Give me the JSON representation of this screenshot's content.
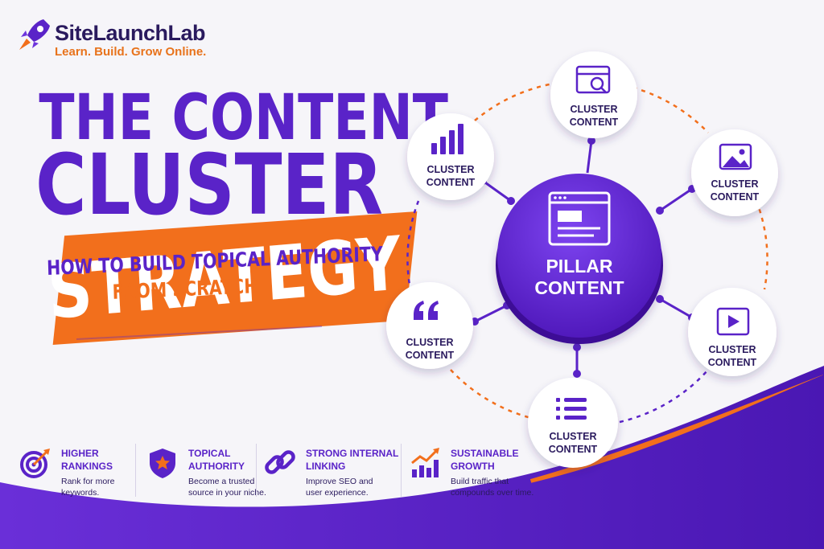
{
  "brand": {
    "name": "SiteLaunchLab",
    "tagline": "Learn. Build. Grow Online."
  },
  "headline": {
    "line1": "THE CONTENT",
    "line2": "CLUSTER",
    "line3": "STRATEGY",
    "subtitle_line1": "HOW TO BUILD TOPICAL AUTHORITY",
    "subtitle_line2": "FROM SCRATCH"
  },
  "diagram": {
    "pillar": {
      "line1": "PILLAR",
      "line2": "CONTENT",
      "icon": "webpage-layout-icon"
    },
    "clusters": [
      {
        "line1": "CLUSTER",
        "line2": "CONTENT",
        "icon": "browser-search-icon"
      },
      {
        "line1": "CLUSTER",
        "line2": "CONTENT",
        "icon": "image-icon"
      },
      {
        "line1": "CLUSTER",
        "line2": "CONTENT",
        "icon": "video-play-icon"
      },
      {
        "line1": "CLUSTER",
        "line2": "CONTENT",
        "icon": "list-icon"
      },
      {
        "line1": "CLUSTER",
        "line2": "CONTENT",
        "icon": "quote-icon"
      },
      {
        "line1": "CLUSTER",
        "line2": "CONTENT",
        "icon": "bar-chart-icon"
      }
    ]
  },
  "features": [
    {
      "title_line1": "HIGHER",
      "title_line2": "RANKINGS",
      "desc_line1": "Rank for more",
      "desc_line2": "keywords.",
      "icon": "target-arrow-icon"
    },
    {
      "title_line1": "TOPICAL",
      "title_line2": "AUTHORITY",
      "desc_line1": "Become a trusted",
      "desc_line2": "source in your niche.",
      "icon": "shield-star-icon"
    },
    {
      "title_line1": "STRONG INTERNAL",
      "title_line2": "LINKING",
      "desc_line1": "Improve SEO and",
      "desc_line2": "user experience.",
      "icon": "chain-link-icon"
    },
    {
      "title_line1": "SUSTAINABLE",
      "title_line2": "GROWTH",
      "desc_line1": "Build traffic that",
      "desc_line2": "compounds over time.",
      "icon": "growth-chart-icon"
    }
  ],
  "colors": {
    "purple": "#5a23c8",
    "orange": "#f26f1c",
    "navy": "#2a1a5e",
    "background": "#f6f5f9"
  }
}
